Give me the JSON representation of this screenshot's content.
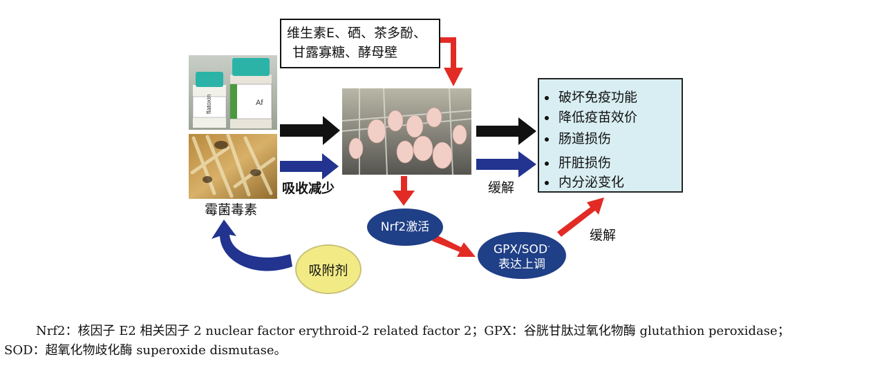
{
  "diagram": {
    "nutrients_lines": [
      "维生素E、硒、茶多酚、",
      "甘露寡糖、酵母壁"
    ],
    "mycotoxin_label": "霉菌毒素",
    "absorption_label": "吸收减少",
    "relieve_label_1": "缓解",
    "relieve_label_2": "缓解",
    "nrf2_label": "Nrf2激活",
    "gpx_label_line1": "GPX/SOD",
    "gpx_label_sup": "-",
    "gpx_label_line2": "表达上调",
    "adsorbent_label": "吸附剂",
    "bottle_label_1": "flatoxin",
    "bottle_label_2": "Af",
    "effects": [
      "破坏免疫功能",
      "降低疫苗效价",
      "肠道损伤",
      "肝脏损伤",
      "内分泌变化"
    ],
    "colors": {
      "black_arrow": "#111111",
      "blue_arrow": "#22348f",
      "red_arrow": "#e22b25",
      "ellipse_blue": "#1f3f86",
      "adsorbent_yellow": "#f2eb85",
      "effects_bg": "#d8eef2"
    }
  },
  "caption": {
    "line1": "Nrf2：核因子 E2 相关因子 2 nuclear factor erythroid-2 related factor 2；GPX：谷胱甘肽过氧化物酶 glutathion peroxidase；",
    "line2": "SOD：超氧化物歧化酶 superoxide dismutase。"
  }
}
